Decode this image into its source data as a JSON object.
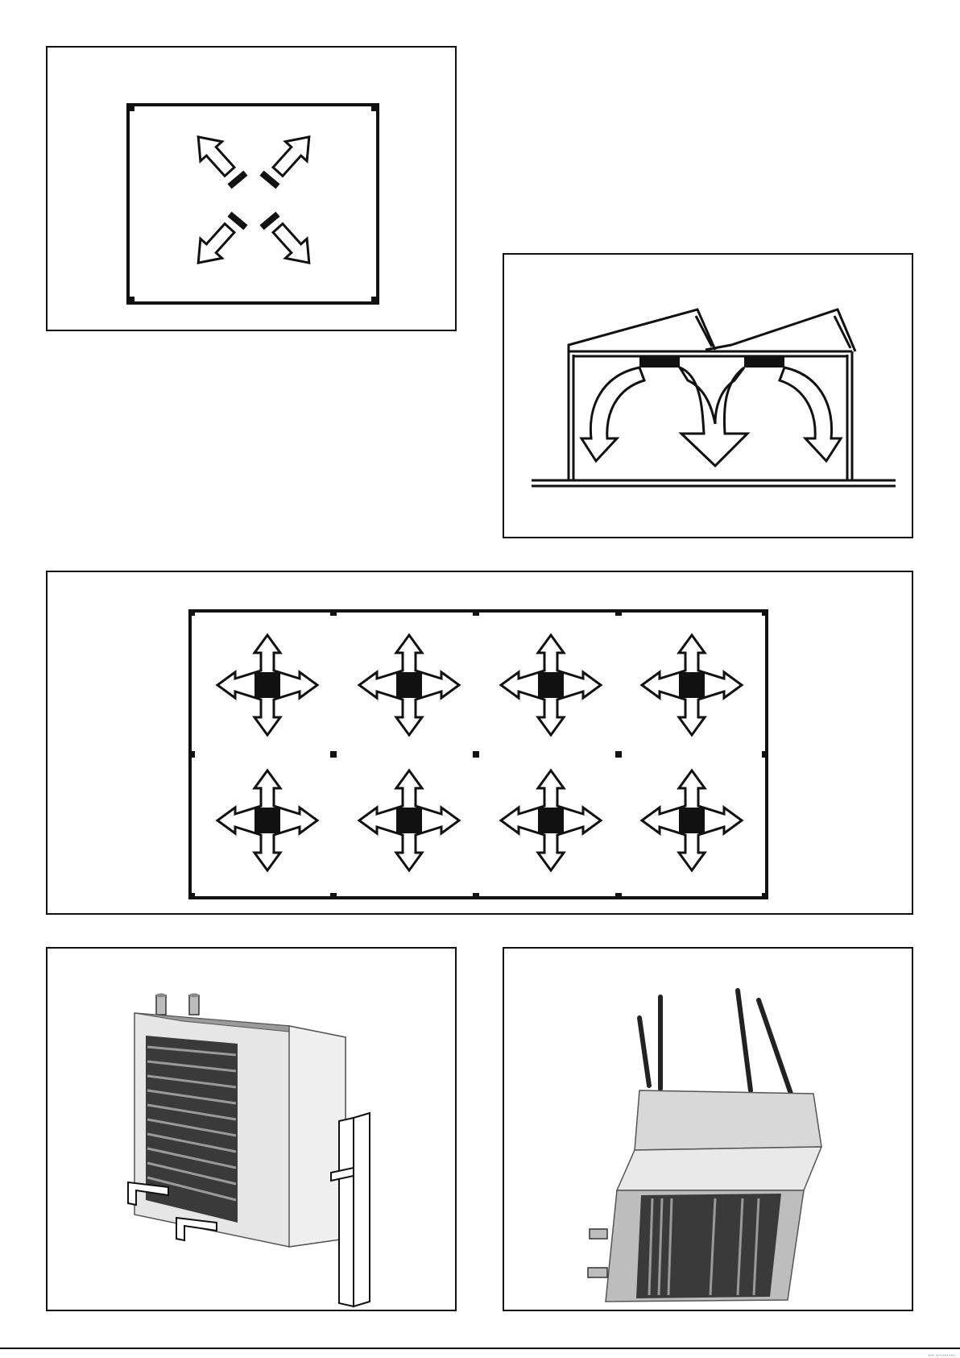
{
  "figures": [
    {
      "id": "fig1",
      "name": "ceiling-diffuser-plan-view"
    },
    {
      "id": "fig2",
      "name": "roof-mounted-air-heaters-section"
    },
    {
      "id": "fig3",
      "name": "multiple-unit-layout-plan"
    },
    {
      "id": "fig4",
      "name": "horizontal-unit-heater-photo"
    },
    {
      "id": "fig5",
      "name": "vertical-suspended-unit-heater-photo"
    }
  ],
  "footer": {
    "code": "… ………"
  },
  "colors": {
    "ink": "#111111",
    "panel_bg": "#ffffff",
    "metal_light": "#e6e6e6",
    "metal_mid": "#bdbdbd",
    "metal_dark": "#3a3a3a"
  }
}
